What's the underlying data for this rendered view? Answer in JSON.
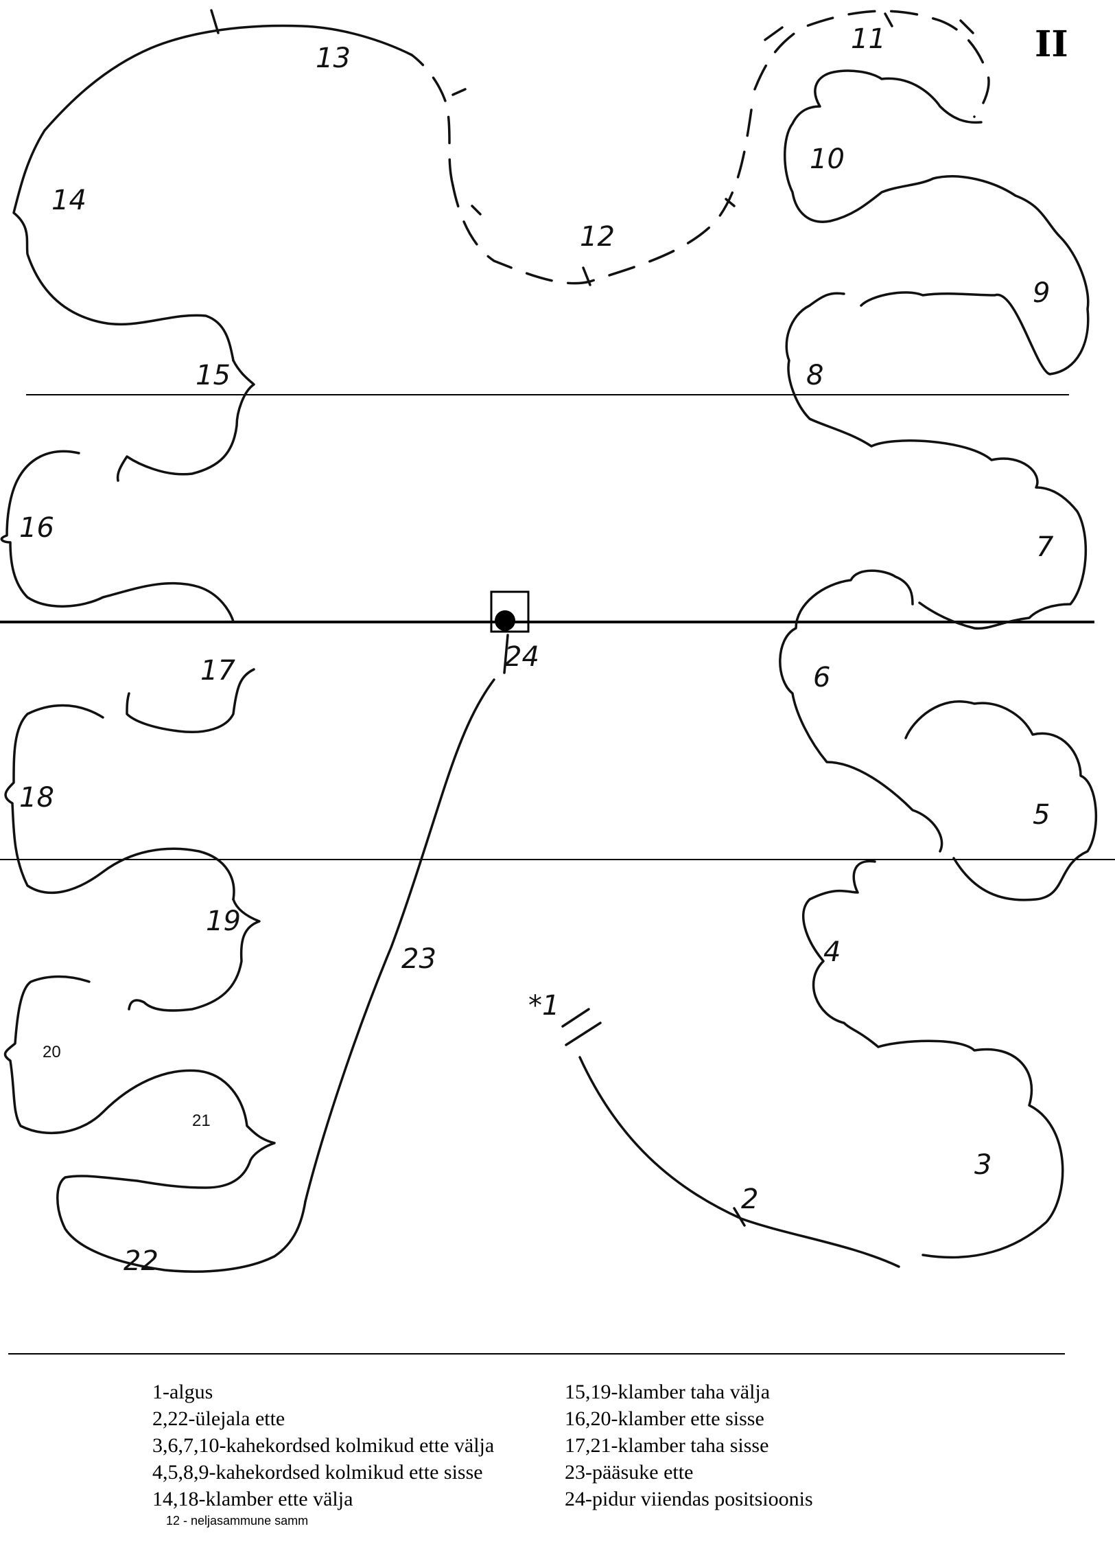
{
  "sheet_number": "II",
  "labels": {
    "l1": "*1",
    "l2": "2",
    "l3": "3",
    "l4": "4",
    "l5": "5",
    "l6": "6",
    "l7": "7",
    "l8": "8",
    "l9": "9",
    "l10": "10",
    "l11": "11",
    "l12": "12",
    "l13": "13",
    "l14": "14",
    "l15": "15",
    "l16": "16",
    "l17": "17",
    "l18": "18",
    "l19": "19",
    "l20": "20",
    "l21": "21",
    "l22": "22",
    "l23": "23",
    "l24": "24"
  },
  "legend": {
    "left": [
      "1-algus",
      "2,22-ülejala ette",
      "3,6,7,10-kahekordsed kolmikud ette välja",
      "4,5,8,9-kahekordsed kolmikud ette sisse",
      "14,18-klamber ette välja"
    ],
    "left_note": "12 - neljasammune samm",
    "right": [
      "15,19-klamber taha välja",
      "16,20-klamber ette sisse",
      "17,21-klamber taha sisse",
      "23-pääsuke ette",
      "24-pidur viiendas positsioonis"
    ]
  }
}
